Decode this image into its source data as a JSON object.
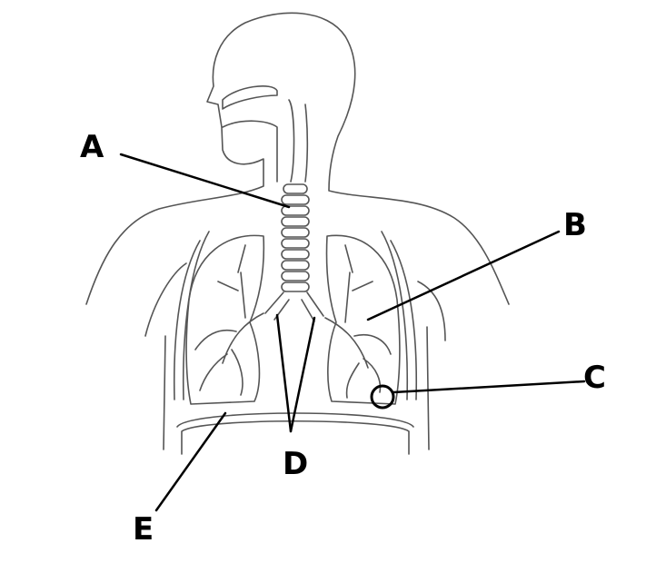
{
  "diagram": {
    "labels": {
      "A": "A",
      "B": "B",
      "C": "C",
      "D": "D",
      "E": "E"
    },
    "colors": {
      "outline": "#555555",
      "label_line": "#000000"
    }
  }
}
